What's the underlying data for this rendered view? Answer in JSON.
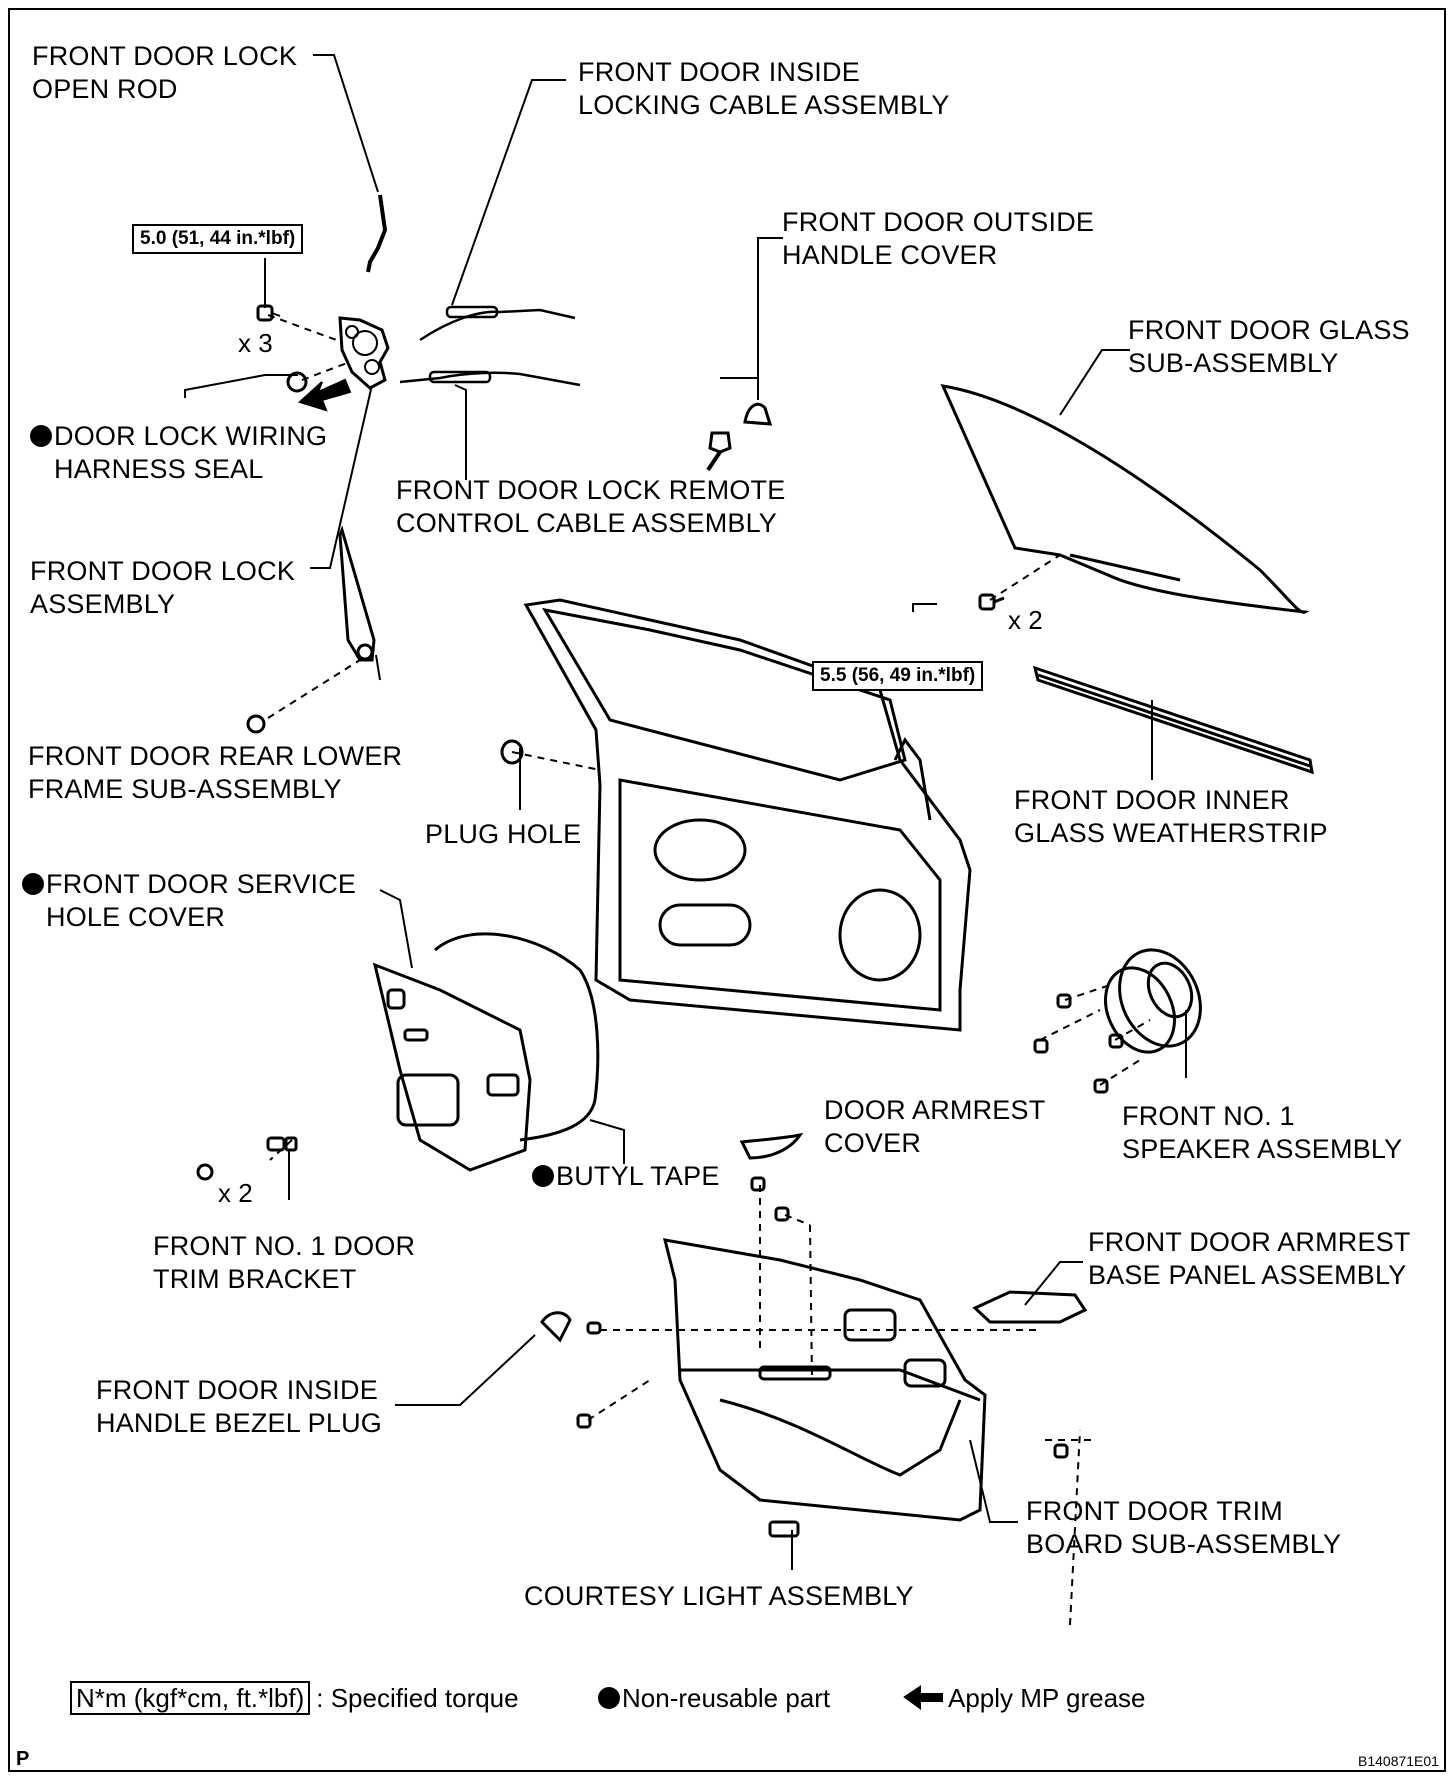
{
  "labels": {
    "open_rod": [
      "FRONT DOOR LOCK",
      "OPEN ROD"
    ],
    "inside_locking_cable": [
      "FRONT DOOR INSIDE",
      "LOCKING CABLE ASSEMBLY"
    ],
    "outside_handle_cover": [
      "FRONT DOOR OUTSIDE",
      "HANDLE COVER"
    ],
    "glass": [
      "FRONT DOOR GLASS",
      "SUB-ASSEMBLY"
    ],
    "wiring_seal": [
      "DOOR LOCK WIRING",
      "HARNESS SEAL"
    ],
    "remote_cable": [
      "FRONT DOOR LOCK REMOTE",
      "CONTROL CABLE ASSEMBLY"
    ],
    "lock_assembly": [
      "FRONT DOOR LOCK",
      "ASSEMBLY"
    ],
    "rear_lower_frame": [
      "FRONT DOOR REAR LOWER",
      "FRAME SUB-ASSEMBLY"
    ],
    "inner_weatherstrip": [
      "FRONT DOOR INNER",
      "GLASS WEATHERSTRIP"
    ],
    "plug_hole": "PLUG HOLE",
    "service_hole_cover": [
      "FRONT DOOR SERVICE",
      "HOLE COVER"
    ],
    "armrest_cover": [
      "DOOR ARMREST",
      "COVER"
    ],
    "speaker": [
      "FRONT NO. 1",
      "SPEAKER ASSEMBLY"
    ],
    "butyl_tape": "BUTYL TAPE",
    "trim_bracket": [
      "FRONT NO. 1 DOOR",
      "TRIM BRACKET"
    ],
    "armrest_base_panel": [
      "FRONT DOOR ARMREST",
      "BASE PANEL ASSEMBLY"
    ],
    "inside_handle_bezel_plug": [
      "FRONT DOOR INSIDE",
      "HANDLE BEZEL PLUG"
    ],
    "trim_board": [
      "FRONT DOOR TRIM",
      "BOARD SUB-ASSEMBLY"
    ],
    "courtesy_light": "COURTESY LIGHT ASSEMBLY"
  },
  "torques": {
    "lock_bolts": "5.0 (51, 44 in.*lbf)",
    "glass_bolts": "5.5 (56, 49 in.*lbf)"
  },
  "counts": {
    "lock_screws": "x 3",
    "glass_bolts": "x 2",
    "bracket_screws": "x 2"
  },
  "legend": {
    "torque_box": "N*m (kgf*cm, ft.*lbf)",
    "torque_text": ": Specified torque",
    "non_reusable": "Non-reusable part",
    "grease": "Apply MP grease"
  },
  "corner_mark": "P",
  "figure_ref": "B140871E01"
}
